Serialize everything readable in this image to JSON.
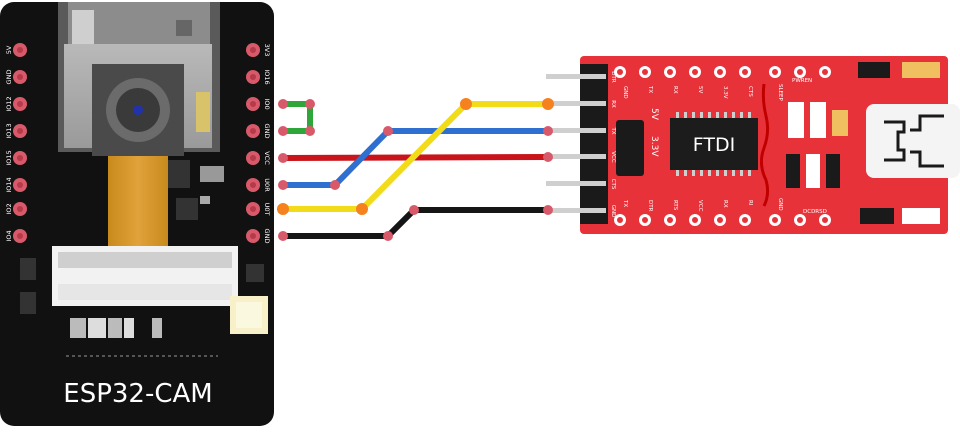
{
  "esp32": {
    "title": "ESP32-CAM",
    "left_pins": [
      "5V",
      "GND",
      "IO12",
      "IO13",
      "IO15",
      "IO14",
      "IO2",
      "IO4"
    ],
    "right_pins": [
      "3V3",
      "IO16",
      "IO0",
      "GND",
      "VCC",
      "U0R",
      "U0T",
      "GND"
    ]
  },
  "ftdi": {
    "chip_label": "FTDI",
    "v5_label": "5V",
    "v33_label": "3.3V",
    "header_pins": [
      "DTR",
      "RX",
      "TX",
      "VCC",
      "CTS",
      "GND"
    ],
    "top_pins": [
      "GND",
      "TX",
      "RX",
      "5V",
      "3.3V",
      "CTS",
      "SLEEP",
      "PWREN"
    ],
    "bottom_pins": [
      "TX",
      "DTR",
      "RTS",
      "VCC",
      "RX",
      "RI",
      "GND",
      "DCDRSD"
    ]
  },
  "colors": {
    "board_black": "#111111",
    "ftdi_red": "#e8323a",
    "wire_green": "#2ea63a",
    "wire_blue": "#2f6fd0",
    "wire_red": "#c8141a",
    "wire_yellow": "#f2dc1a",
    "wire_black": "#151515",
    "pin_orange": "#f5821f",
    "pad_pink": "#d85a6a"
  }
}
